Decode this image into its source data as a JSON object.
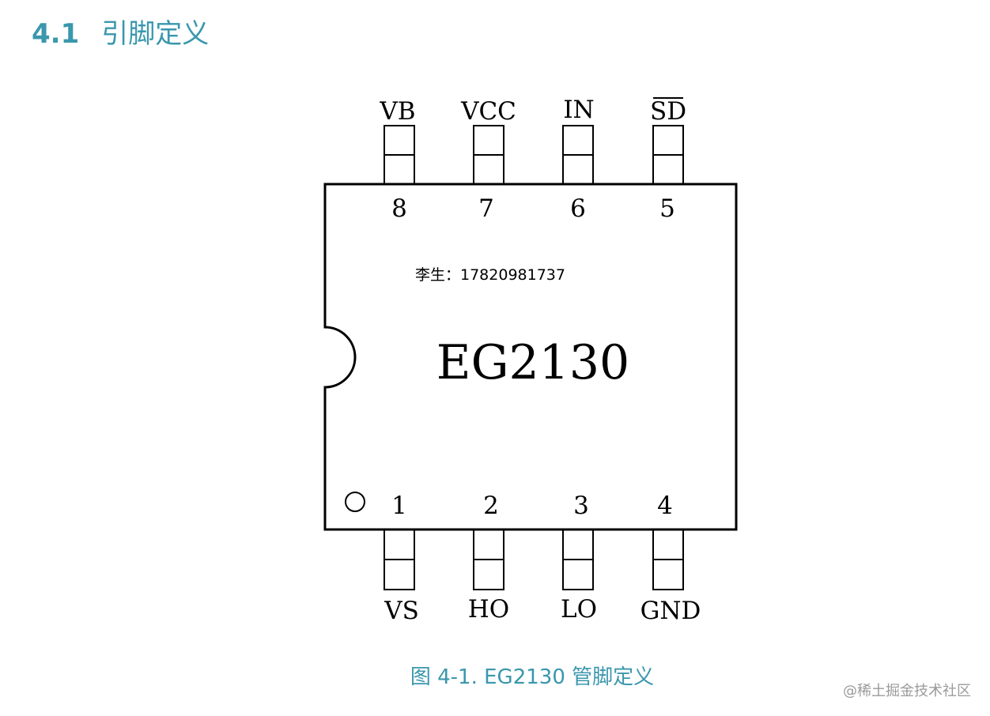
{
  "heading": {
    "number": "4.1",
    "title": "引脚定义"
  },
  "chip": {
    "name": "EG2130",
    "contact": "李生：17820981737",
    "top_pins": [
      {
        "number": "8",
        "label": "VB",
        "overline": false
      },
      {
        "number": "7",
        "label": "VCC",
        "overline": false
      },
      {
        "number": "6",
        "label": "IN",
        "overline": false
      },
      {
        "number": "5",
        "label": "SD",
        "overline": true
      }
    ],
    "bottom_pins": [
      {
        "number": "1",
        "label": "VS"
      },
      {
        "number": "2",
        "label": "HO"
      },
      {
        "number": "3",
        "label": "LO"
      },
      {
        "number": "4",
        "label": "GND"
      }
    ]
  },
  "caption": "图 4-1. EG2130 管脚定义",
  "watermark": "@稀土掘金技术社区",
  "colors": {
    "heading": "#3a97ad",
    "caption": "#3a97ad",
    "watermark": "#9a9a9a",
    "outline": "#000000"
  }
}
